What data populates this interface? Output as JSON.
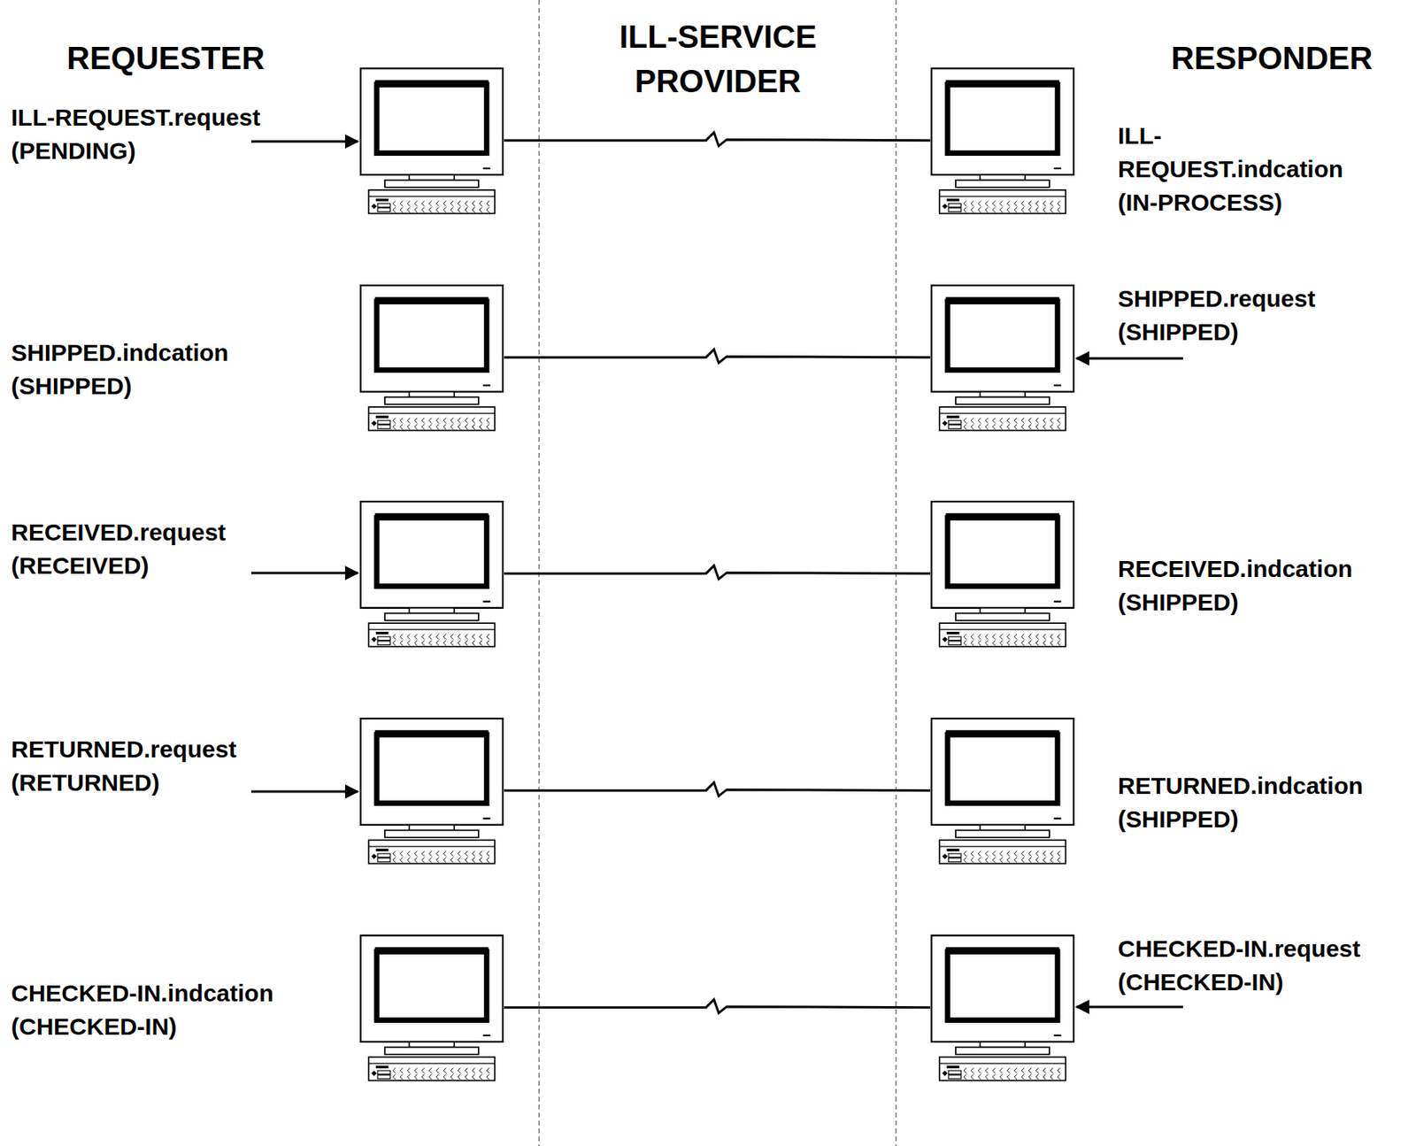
{
  "diagram": {
    "nodes": [
      {
        "text": [
          "ILL-REQUEST.request",
          "(PENDING)"
        ]
      },
      {
        "text": [
          "ILL-REQUEST.indcation",
          "(IN-PROCESS)"
        ]
      },
      {
        "text": [
          "SHIPPED.indcation",
          "(SHIPPED)"
        ]
      },
      {
        "text": [
          "SHIPPED.request",
          "(SHIPPED)"
        ]
      },
      {
        "text": [
          "RECEIVED.request",
          "(RECEIVED)"
        ]
      },
      {
        "text": [
          "RECEIVED.indcation",
          "(SHIPPED)"
        ]
      },
      {
        "text": [
          "RETURNED.request",
          "(RETURNED)"
        ]
      },
      {
        "text": [
          "RETURNED.indcation",
          "(SHIPPED)"
        ]
      },
      {
        "text": [
          "CHECKED-IN.indcation",
          "(CHECKED-IN)"
        ]
      },
      {
        "text": [
          "CHECKED-IN.request",
          "(CHECKED-IN)"
        ]
      }
    ],
    "edges": [
      {
        "from": 0,
        "to": 1,
        "arrow": "none"
      },
      {
        "from": 3,
        "to": 2,
        "arrow": "none"
      },
      {
        "from": 4,
        "to": 5,
        "arrow": "none"
      },
      {
        "from": 6,
        "to": 7,
        "arrow": "none"
      },
      {
        "from": 9,
        "to": 8,
        "arrow": "none"
      }
    ],
    "labels": [
      "REQUESTER",
      "ILL-SERVICE PROVIDER",
      "RESPONDER"
    ]
  }
}
